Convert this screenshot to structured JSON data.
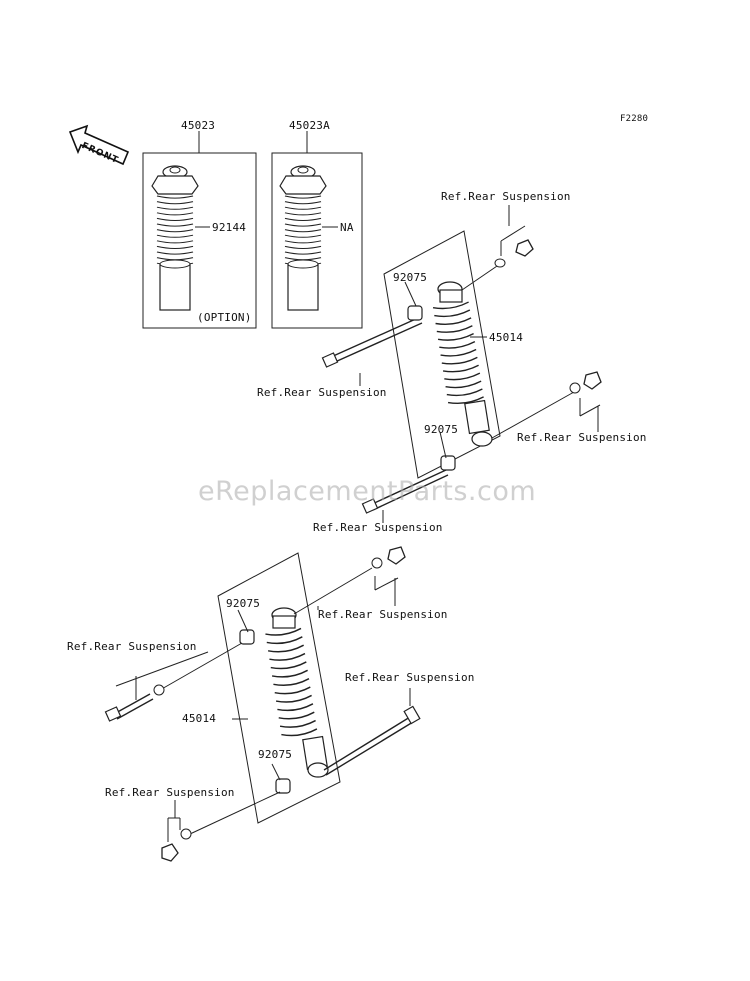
{
  "figure_code": "F2280",
  "watermark": "eReplacementParts.com",
  "front_label": "FRONT",
  "option_boxes": [
    {
      "part_number": "45023",
      "spring_part": "92144",
      "note": "(OPTION)"
    },
    {
      "part_number": "45023A",
      "spring_part": "NA",
      "note": ""
    }
  ],
  "upper_assembly": {
    "shock_part": "45014",
    "bushing_top": "92075",
    "bushing_bottom": "92075",
    "refs": [
      "Ref.Rear Suspension",
      "Ref.Rear Suspension",
      "Ref.Rear Suspension",
      "Ref.Rear Suspension"
    ]
  },
  "lower_assembly": {
    "shock_part": "45014",
    "bushing_top": "92075",
    "bushing_bottom": "92075",
    "refs": [
      "Ref.Rear Suspension",
      "Ref.Rear Suspension",
      "Ref.Rear Suspension",
      "Ref.Rear Suspension"
    ]
  }
}
